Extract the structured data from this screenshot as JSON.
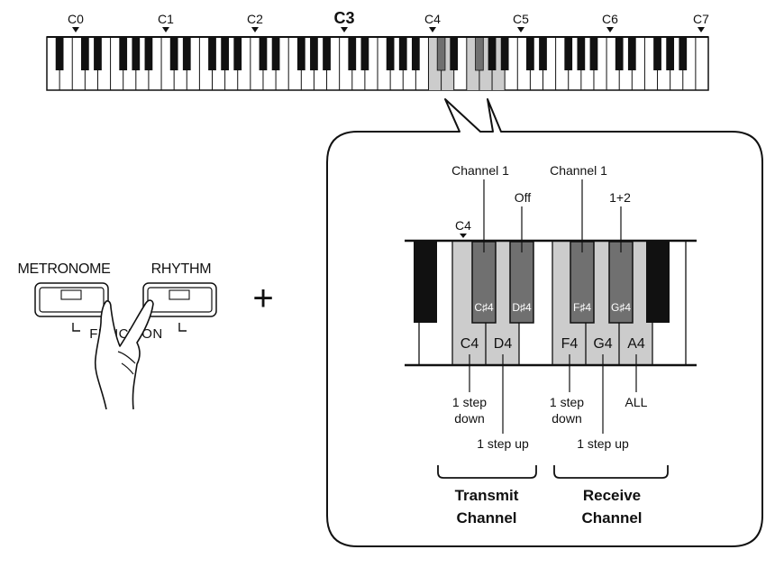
{
  "keyboard": {
    "octave_labels": [
      "C0",
      "C1",
      "C2",
      "C3",
      "C4",
      "C5",
      "C6",
      "C7"
    ],
    "highlighted_label": "C3"
  },
  "buttons": {
    "metronome_label": "METRONOME",
    "rhythm_label": "RHYTHM",
    "function_label": "FUNCTION",
    "plus_symbol": "+"
  },
  "detail": {
    "start_marker": "C4",
    "sharp_labels": [
      "C♯4",
      "D♯4",
      "F♯4",
      "G♯4"
    ],
    "top_labels": {
      "c_sharp": "Channel 1",
      "d_sharp": "Off",
      "f_sharp": "Channel 1",
      "g_sharp": "1+2"
    },
    "white_labels": [
      "C4",
      "D4",
      "F4",
      "G4",
      "A4"
    ],
    "bottom_labels": {
      "c4_line1": "1 step",
      "c4_line2": "down",
      "d4": "1 step up",
      "f4_line1": "1 step",
      "f4_line2": "down",
      "g4": "1 step up",
      "a4": "ALL"
    },
    "groups": {
      "transmit_line1": "Transmit",
      "transmit_line2": "Channel",
      "receive_line1": "Receive",
      "receive_line2": "Channel"
    }
  },
  "colors": {
    "highlight_white": "#cccccc",
    "highlight_black": "#707070",
    "black_key": "#111111"
  }
}
